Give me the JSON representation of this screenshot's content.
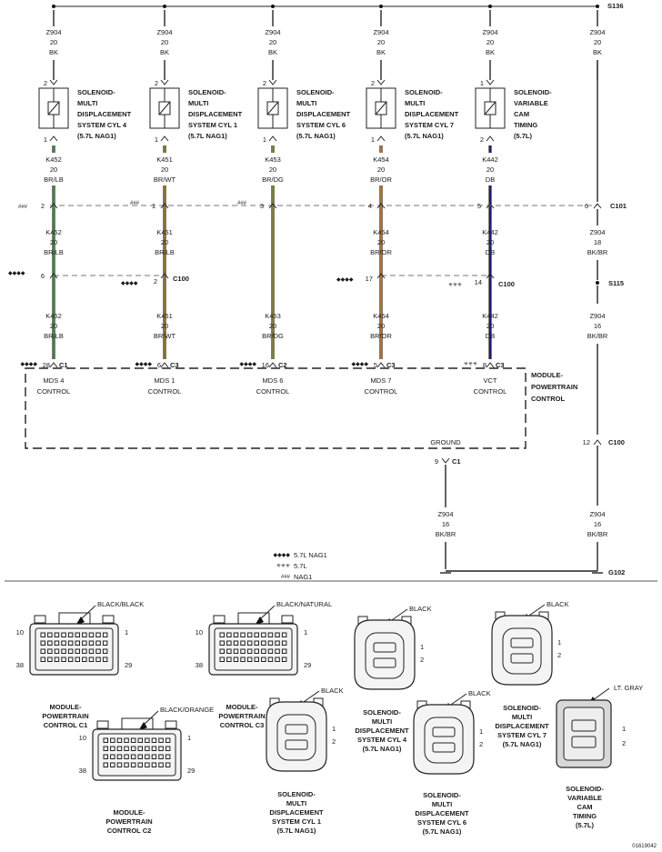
{
  "splices": {
    "top": "S136",
    "mid": "S115"
  },
  "feeds": [
    {
      "circuit": "Z904",
      "gauge": "20",
      "color": "BK"
    },
    {
      "circuit": "Z904",
      "gauge": "20",
      "color": "BK"
    },
    {
      "circuit": "Z904",
      "gauge": "20",
      "color": "BK"
    },
    {
      "circuit": "Z904",
      "gauge": "20",
      "color": "BK"
    },
    {
      "circuit": "Z904",
      "gauge": "20",
      "color": "BK"
    },
    {
      "circuit": "Z904",
      "gauge": "20",
      "color": "BK"
    }
  ],
  "solenoids": [
    {
      "pin_top": "2",
      "pin_bot": "1",
      "lines": [
        "SOLENOID-",
        "MULTI",
        "DISPLACEMENT",
        "SYSTEM CYL 4",
        "(5.7L NAG1)"
      ]
    },
    {
      "pin_top": "2",
      "pin_bot": "1",
      "lines": [
        "SOLENOID-",
        "MULTI",
        "DISPLACEMENT",
        "SYSTEM CYL 1",
        "(5.7L NAG1)"
      ]
    },
    {
      "pin_top": "2",
      "pin_bot": "1",
      "lines": [
        "SOLENOID-",
        "MULTI",
        "DISPLACEMENT",
        "SYSTEM CYL 6",
        "(5.7L NAG1)"
      ]
    },
    {
      "pin_top": "2",
      "pin_bot": "1",
      "lines": [
        "SOLENOID-",
        "MULTI",
        "DISPLACEMENT",
        "SYSTEM CYL 7",
        "(5.7L NAG1)"
      ]
    },
    {
      "pin_top": "1",
      "pin_bot": "2",
      "lines": [
        "SOLENOID-",
        "VARIABLE",
        "CAM",
        "TIMING",
        "(5.7L)"
      ]
    }
  ],
  "wires_upper": [
    {
      "circuit": "K452",
      "gauge": "20",
      "color": "BR/LB"
    },
    {
      "circuit": "K451",
      "gauge": "20",
      "color": "BR/WT"
    },
    {
      "circuit": "K453",
      "gauge": "20",
      "color": "BR/DG"
    },
    {
      "circuit": "K454",
      "gauge": "20",
      "color": "BR/OR"
    },
    {
      "circuit": "K442",
      "gauge": "20",
      "color": "DB"
    }
  ],
  "c101": {
    "name": "C101",
    "pins": [
      "2",
      "1",
      "3",
      "4",
      "5",
      "6"
    ],
    "marks": [
      "###",
      "###",
      "###"
    ]
  },
  "wires_mid": [
    {
      "circuit": "K452",
      "gauge": "20",
      "color": "BR/LB"
    },
    {
      "circuit": "K451",
      "gauge": "20",
      "color": "BR/LB"
    },
    {
      "circuit": "K454",
      "gauge": "20",
      "color": "BR/OR"
    },
    {
      "circuit": "K442",
      "gauge": "20",
      "color": "DB"
    },
    {
      "circuit": "Z904",
      "gauge": "18",
      "color": "BK/BR"
    }
  ],
  "c100": {
    "name": "C100",
    "name2": "C100",
    "pins": [
      "6",
      "2",
      "17",
      "14"
    ],
    "marks": [
      "◆◆◆◆",
      "◆◆◆◆",
      "◆◆◆◆",
      "✳✳✳"
    ]
  },
  "wires_lower": [
    {
      "circuit": "K452",
      "gauge": "20",
      "color": "BR/LB"
    },
    {
      "circuit": "K451",
      "gauge": "20",
      "color": "BR/WT"
    },
    {
      "circuit": "K453",
      "gauge": "20",
      "color": "BR/DG"
    },
    {
      "circuit": "K454",
      "gauge": "20",
      "color": "BR/OR"
    },
    {
      "circuit": "K442",
      "gauge": "20",
      "color": "DB"
    },
    {
      "circuit": "Z904",
      "gauge": "16",
      "color": "BK/BR"
    }
  ],
  "pcm": {
    "title": [
      "MODULE-",
      "POWERTRAIN",
      "CONTROL"
    ],
    "pins": [
      {
        "pin": "28",
        "conn": "C1",
        "mark": "◆◆◆◆",
        "l1": "MDS 4",
        "l2": "CONTROL"
      },
      {
        "pin": "6",
        "conn": "C3",
        "mark": "◆◆◆◆",
        "l1": "MDS 1",
        "l2": "CONTROL"
      },
      {
        "pin": "16",
        "conn": "C2",
        "mark": "◆◆◆◆",
        "l1": "MDS 6",
        "l2": "CONTROL"
      },
      {
        "pin": "5",
        "conn": "C3",
        "mark": "◆◆◆◆",
        "l1": "MDS 7",
        "l2": "CONTROL"
      },
      {
        "pin": "8",
        "conn": "C3",
        "mark": "✳✳✳",
        "l1": "VCT",
        "l2": "CONTROL"
      }
    ],
    "ground_label": "GROUND",
    "ground_pin": "9",
    "ground_conn": "C1"
  },
  "c100_right_pin": "12",
  "ground_wire": {
    "circuit": "Z904",
    "gauge": "16",
    "color": "BK/BR"
  },
  "ground_point": "G102",
  "legend": [
    {
      "symbol": "◆◆◆◆",
      "label": "5.7L NAG1"
    },
    {
      "symbol": "✳✳✳",
      "label": "5.7L"
    },
    {
      "symbol": "###",
      "label": "NAG1"
    }
  ],
  "wire_colors": {
    "BR/LB": "#3a9a3a",
    "BR/WT": "#9a7a2a",
    "BR/DG": "#8a8a30",
    "BR/OR": "#c8781e",
    "DB": "#1c1c8c",
    "BK": "#555555"
  },
  "connector_views": {
    "pcm_c1": {
      "color_label": "BLACK/BLACK",
      "pin_tl": "10",
      "pin_tr": "1",
      "pin_bl": "38",
      "pin_br": "29",
      "title": [
        "MODULE-",
        "POWERTRAIN",
        "CONTROL C1"
      ]
    },
    "pcm_c3": {
      "color_label": "BLACK/NATURAL",
      "pin_tl": "10",
      "pin_tr": "1",
      "pin_bl": "38",
      "pin_br": "29",
      "title": [
        "MODULE-",
        "POWERTRAIN",
        "CONTROL C3"
      ]
    },
    "pcm_c2": {
      "color_label": "BLACK/ORANGE",
      "pin_tl": "10",
      "pin_tr": "1",
      "pin_bl": "38",
      "pin_br": "29",
      "title": [
        "MODULE-",
        "POWERTRAIN",
        "CONTROL C2"
      ]
    },
    "mds_cyl1": {
      "color_label": "BLACK",
      "pin_a": "1",
      "pin_b": "2",
      "title": [
        "SOLENOID-",
        "MULTI",
        "DISPLACEMENT",
        "SYSTEM CYL 1",
        "(5.7L NAG1)"
      ]
    },
    "mds_cyl4": {
      "color_label": "BLACK",
      "pin_a": "1",
      "pin_b": "2",
      "title": [
        "SOLENOID-",
        "MULTI",
        "DISPLACEMENT",
        "SYSTEM CYL 4",
        "(5.7L NAG1)"
      ]
    },
    "mds_cyl6": {
      "color_label": "BLACK",
      "pin_a": "1",
      "pin_b": "2",
      "title": [
        "SOLENOID-",
        "MULTI",
        "DISPLACEMENT",
        "SYSTEM CYL 6",
        "(5.7L NAG1)"
      ]
    },
    "mds_cyl7": {
      "color_label": "BLACK",
      "pin_a": "1",
      "pin_b": "2",
      "title": [
        "SOLENOID-",
        "MULTI",
        "DISPLACEMENT",
        "SYSTEM CYL 7",
        "(5.7L NAG1)"
      ]
    },
    "vct": {
      "color_label": "LT. GRAY",
      "pin_a": "1",
      "pin_b": "2",
      "title": [
        "SOLENOID-",
        "VARIABLE",
        "CAM",
        "TIMING",
        "(5.7L)"
      ]
    }
  },
  "figure_id": "01619042"
}
